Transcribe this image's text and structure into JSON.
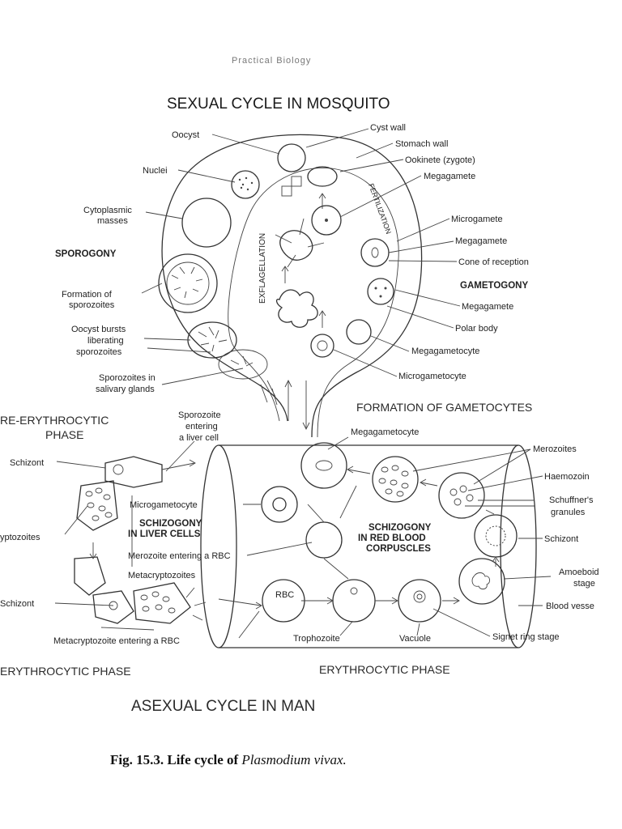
{
  "header": "Practical Biology",
  "sections": {
    "sexual_title": "SEXUAL CYCLE IN MOSQUITO",
    "sporogony": "SPOROGONY",
    "gametogony": "GAMETOGONY",
    "formation_gametocytes": "FORMATION OF GAMETOCYTES",
    "exflagellation": "EXFLAGELLATION",
    "fertilization": "FERTILIZATION",
    "pre_erythrocytic_1": "RE-ERYTHROCYTIC",
    "pre_erythrocytic_2": "PHASE",
    "schizogony_liver_1": "SCHIZOGONY",
    "schizogony_liver_2": "IN LIVER CELLS",
    "schizogony_rbc_1": "SCHIZOGONY",
    "schizogony_rbc_2": "IN RED BLOOD",
    "schizogony_rbc_3": "CORPUSCLES",
    "exo_erythrocytic": "ERYTHROCYTIC PHASE",
    "erythrocytic": "ERYTHROCYTIC PHASE",
    "asexual_title": "ASEXUAL CYCLE IN MAN"
  },
  "labels": {
    "oocyst": "Oocyst",
    "cyst_wall": "Cyst wall",
    "stomach_wall": "Stomach wall",
    "ookinete": "Ookinete (zygote)",
    "megagamete_1": "Megagamete",
    "nuclei": "Nuclei",
    "cytoplasmic_1": "Cytoplasmic",
    "cytoplasmic_2": "masses",
    "microgamete": "Microgamete",
    "megagamete_2": "Megagamete",
    "cone_reception": "Cone of reception",
    "formation_spor_1": "Formation of",
    "formation_spor_2": "sporozoites",
    "megagamete_3": "Megagamete",
    "oocyst_bursts_1": "Oocyst bursts",
    "oocyst_bursts_2": "liberating",
    "oocyst_bursts_3": "sporozoites",
    "polar_body": "Polar body",
    "megagametocyte_1": "Megagametocyte",
    "sporozoites_salivary_1": "Sporozoites in",
    "sporozoites_salivary_2": "salivary glands",
    "microgametocyte_1": "Microgametocyte",
    "sporozoite_entering_1": "Sporozoite",
    "sporozoite_entering_2": "entering",
    "sporozoite_entering_3": "a liver cell",
    "megagametocyte_2": "Megagametocyte",
    "merozoites": "Merozoites",
    "schizont_1": "Schizont",
    "haemozoin": "Haemozoin",
    "schuffners_1": "Schuffner's",
    "schuffners_2": "granules",
    "cryptozoites": "yptozoites",
    "microgametocyte_2": "Microgametocyte",
    "schizont_2": "Schizont",
    "merozoite_entering": "Merozoite entering a RBC",
    "metacryptozoites": "Metacryptozoites",
    "amoeboid_1": "Amoeboid",
    "amoeboid_2": "stage",
    "schizont_3": "Schizont",
    "rbc": "RBC",
    "blood_vessel": "Blood vesse",
    "metacryptozoite_entering": "Metacryptozoite entering a RBC",
    "trophozoite": "Trophozoite",
    "vacuole": "Vacuole",
    "signet_ring": "Signet ring stage"
  },
  "caption": {
    "prefix": "Fig. 15.3. Life cycle of ",
    "species": "Plasmodium vivax."
  }
}
